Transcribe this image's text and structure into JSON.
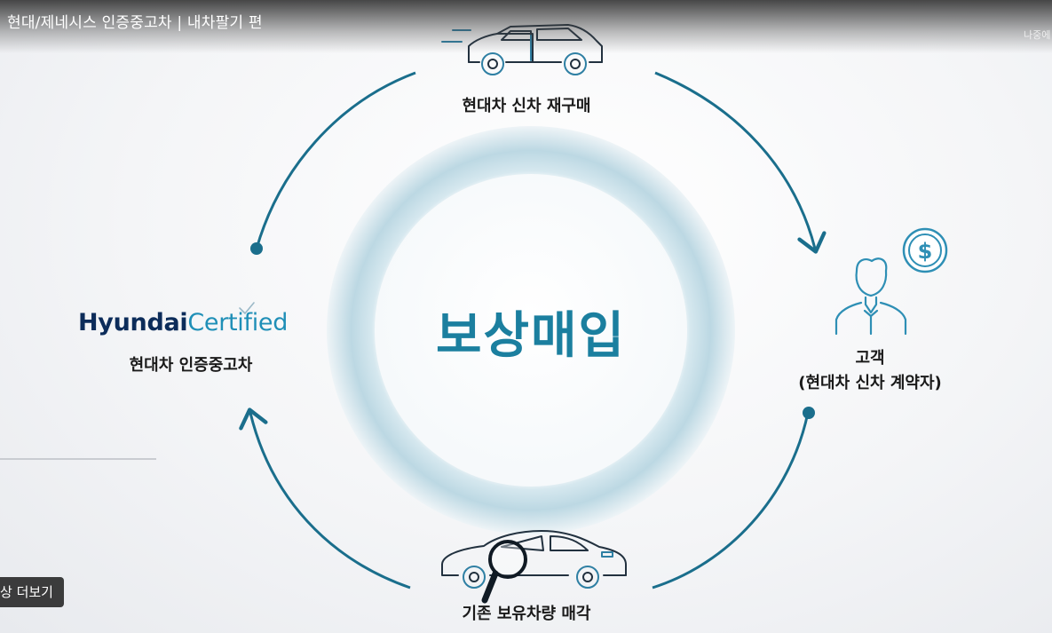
{
  "header": {
    "video_title": "현대/제네시스 인증중고차 | 내차팔기 편",
    "watch_later": "나중에"
  },
  "diagram": {
    "center_label": "보상매입",
    "nodes": {
      "top": "현대차 신차 재구매",
      "right_line1": "고객",
      "right_line2": "(현대차 신차 계약자)",
      "bottom": "기존 보유차량 매각",
      "left": "현대차 인증중고차"
    },
    "brand": {
      "part1": "Hyundai",
      "part2": "Certified"
    },
    "colors": {
      "accent": "#1b7f9f",
      "arc": "#1a6e8c",
      "ring": "#cde3ec",
      "brand_navy": "#0c2c5a",
      "brand_blue": "#1f8fb7"
    }
  },
  "controls": {
    "more_videos": "상 더보기"
  }
}
